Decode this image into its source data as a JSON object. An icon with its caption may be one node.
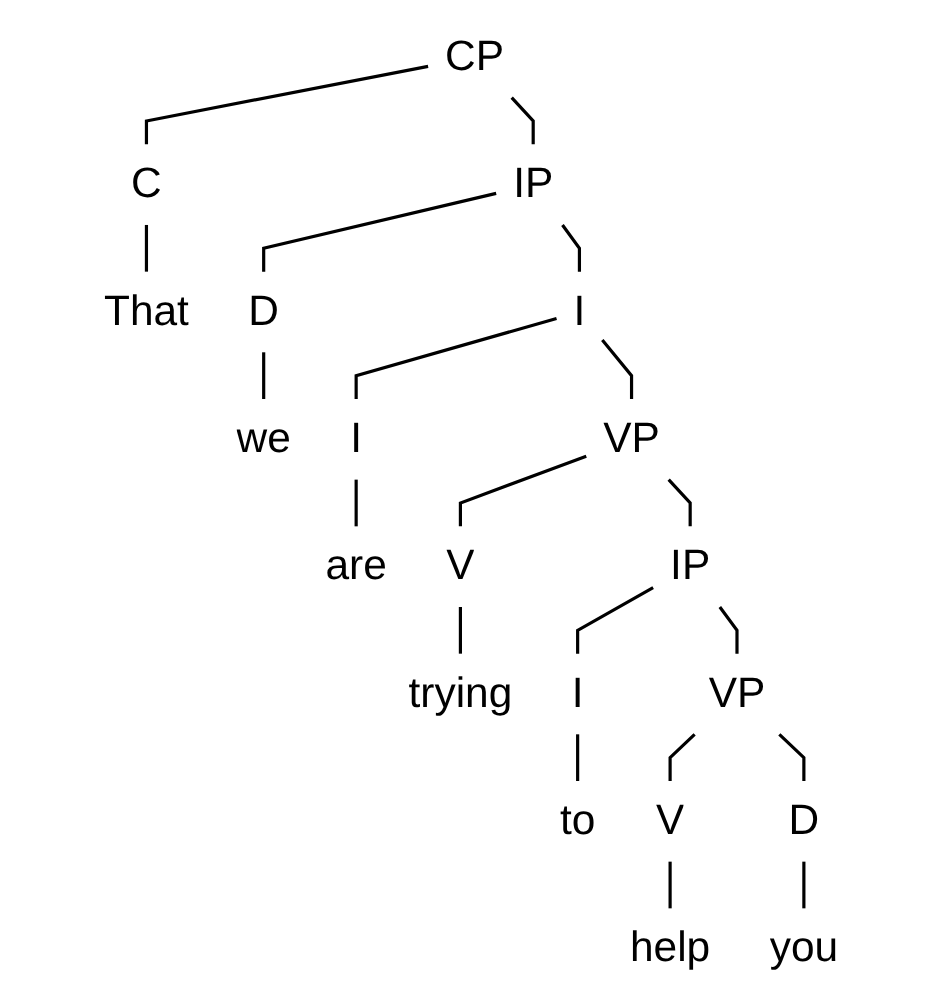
{
  "diagram": {
    "nodes": [
      {
        "text": [
          "CP"
        ]
      },
      {
        "text": [
          "C"
        ]
      },
      {
        "text": [
          "IP"
        ]
      },
      {
        "text": [
          "That"
        ]
      },
      {
        "text": [
          "D"
        ]
      },
      {
        "text": [
          "I"
        ]
      },
      {
        "text": [
          "we"
        ]
      },
      {
        "text": [
          "I"
        ]
      },
      {
        "text": [
          "VP"
        ]
      },
      {
        "text": [
          "are"
        ]
      },
      {
        "text": [
          "V"
        ]
      },
      {
        "text": [
          "IP"
        ]
      },
      {
        "text": [
          "trying"
        ]
      },
      {
        "text": [
          "I"
        ]
      },
      {
        "text": [
          "VP"
        ]
      },
      {
        "text": [
          "to"
        ]
      },
      {
        "text": [
          "V"
        ]
      },
      {
        "text": [
          "D"
        ]
      },
      {
        "text": [
          "help"
        ]
      },
      {
        "text": [
          "you"
        ]
      }
    ],
    "edges": [
      {
        "from": 0,
        "to": 1,
        "arrow": "none"
      },
      {
        "from": 0,
        "to": 2,
        "arrow": "none"
      },
      {
        "from": 1,
        "to": 3,
        "arrow": "none"
      },
      {
        "from": 2,
        "to": 4,
        "arrow": "none"
      },
      {
        "from": 2,
        "to": 5,
        "arrow": "none"
      },
      {
        "from": 4,
        "to": 6,
        "arrow": "none"
      },
      {
        "from": 5,
        "to": 7,
        "arrow": "none"
      },
      {
        "from": 5,
        "to": 8,
        "arrow": "none"
      },
      {
        "from": 7,
        "to": 9,
        "arrow": "none"
      },
      {
        "from": 8,
        "to": 10,
        "arrow": "none"
      },
      {
        "from": 8,
        "to": 11,
        "arrow": "none"
      },
      {
        "from": 10,
        "to": 12,
        "arrow": "none"
      },
      {
        "from": 11,
        "to": 13,
        "arrow": "none"
      },
      {
        "from": 11,
        "to": 14,
        "arrow": "none"
      },
      {
        "from": 13,
        "to": 15,
        "arrow": "none"
      },
      {
        "from": 14,
        "to": 16,
        "arrow": "none"
      },
      {
        "from": 14,
        "to": 17,
        "arrow": "none"
      },
      {
        "from": 16,
        "to": 18,
        "arrow": "none"
      },
      {
        "from": 17,
        "to": 19,
        "arrow": "none"
      }
    ]
  }
}
